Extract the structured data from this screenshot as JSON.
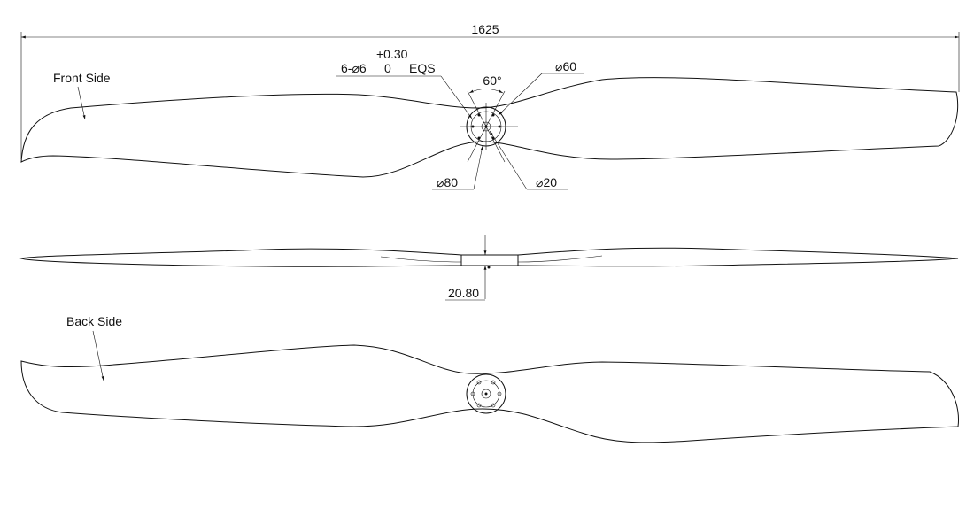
{
  "dimensions": {
    "overall_length": "1625",
    "hole_spec_prefix": "6-",
    "hole_diameter": "6",
    "tolerance_upper": "+0.30",
    "tolerance_lower": "0",
    "hole_spec_suffix": "EQS",
    "angle": "60°",
    "bolt_circle_diameter": "60",
    "hub_diameter": "80",
    "center_hole_diameter": "20",
    "hub_thickness": "20.80"
  },
  "labels": {
    "front_side": "Front Side",
    "back_side": "Back Side"
  },
  "symbols": {
    "diameter": "⌀"
  }
}
